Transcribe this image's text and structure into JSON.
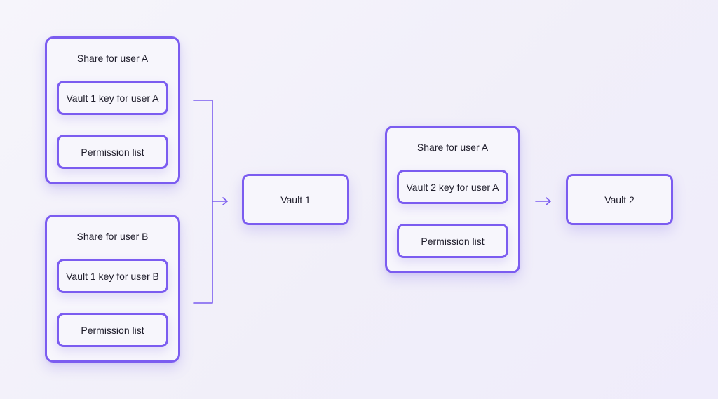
{
  "group_a": {
    "title": "Share for user A",
    "key_label": "Vault 1 key for user A",
    "permission_label": "Permission list"
  },
  "group_b": {
    "title": "Share for user B",
    "key_label": "Vault 1 key for user B",
    "permission_label": "Permission list"
  },
  "vault1": {
    "label": "Vault 1"
  },
  "group_c": {
    "title": "Share for user A",
    "key_label": "Vault 2 key for user A",
    "permission_label": "Permission list"
  },
  "vault2": {
    "label": "Vault 2"
  },
  "colors": {
    "accent": "#7b5cf0",
    "background": "#f3f1fa",
    "text": "#1f1d2b"
  }
}
